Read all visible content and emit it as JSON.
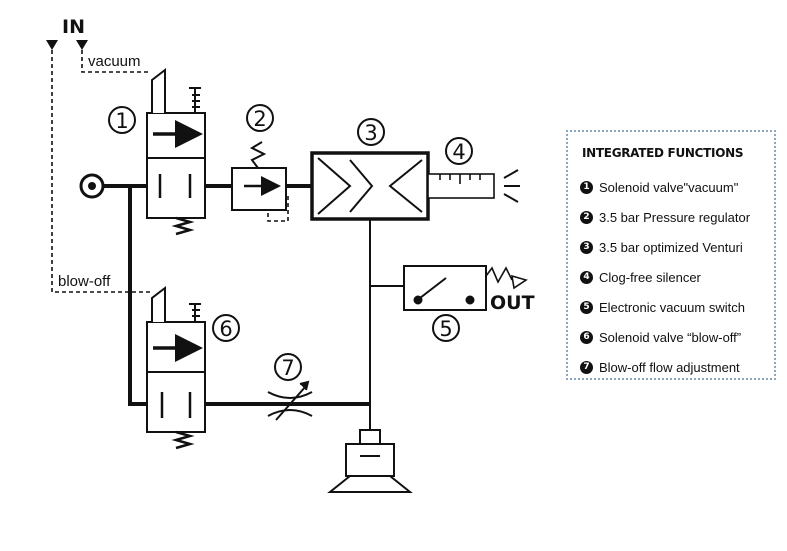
{
  "diagram": {
    "label_in": "IN",
    "label_vacuum": "vacuum",
    "label_blowoff": "blow-off",
    "label_out": "OUT",
    "numbers": [
      "1",
      "2",
      "3",
      "4",
      "5",
      "6",
      "7"
    ]
  },
  "legend": {
    "title": "INTEGRATED FUNCTIONS",
    "items": [
      {
        "num": "1",
        "label": "Solenoid valve\"vacuum\""
      },
      {
        "num": "2",
        "label": "3.5 bar Pressure regulator"
      },
      {
        "num": "3",
        "label": "3.5 bar optimized Venturi"
      },
      {
        "num": "4",
        "label": "Clog-free silencer"
      },
      {
        "num": "5",
        "label": "Electronic vacuum switch"
      },
      {
        "num": "6",
        "label": "Solenoid valve “blow-off”"
      },
      {
        "num": "7",
        "label": "Blow-off flow adjustment"
      }
    ]
  }
}
